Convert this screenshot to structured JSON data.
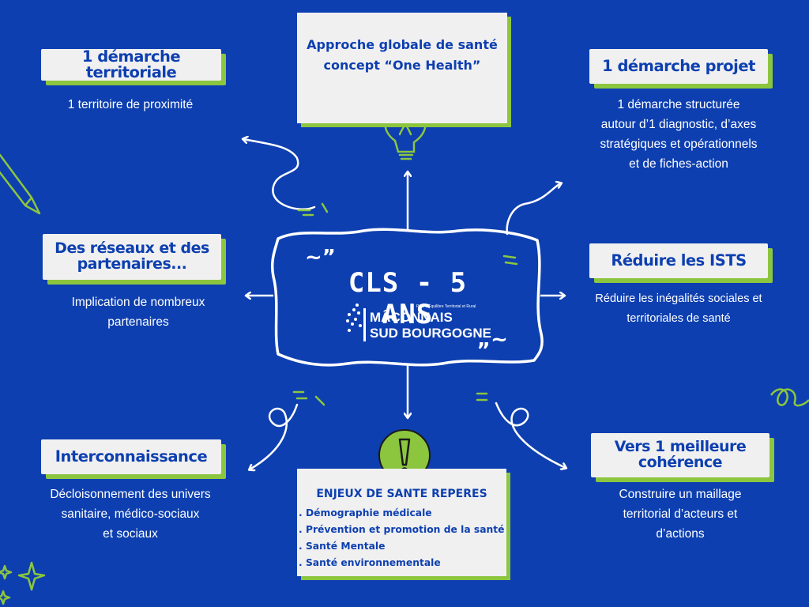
{
  "center": {
    "title": "CLS - 5 ANS",
    "logo_line1": "MÂCONNAIS",
    "logo_line2": "SUD BOURGOGNE",
    "logo_small": "Pôle d'Équilibre Territorial et Rural"
  },
  "top_box": {
    "line1": "Approche globale de santé",
    "line2": "concept “One Health”"
  },
  "nodes": {
    "territoriale": {
      "title": "1 démarche territoriale",
      "desc": "1 territoire de proximité"
    },
    "projet": {
      "title": "1 démarche projet",
      "desc": [
        "1 démarche structurée",
        "autour d’1 diagnostic, d’axes",
        "stratégiques et opérationnels",
        "et de fiches-action"
      ]
    },
    "reseaux": {
      "title1": "Des réseaux et des",
      "title2": "partenaires...",
      "desc": [
        "Implication de nombreux",
        "partenaires"
      ]
    },
    "ists": {
      "title": "Réduire les ISTS",
      "desc": [
        "Réduire les inégalités sociales et",
        "territoriales de santé"
      ]
    },
    "interconnaissance": {
      "title": "Interconnaissance",
      "desc": [
        "Décloisonnement des univers",
        "sanitaire, médico-sociaux",
        "et sociaux"
      ]
    },
    "coherence": {
      "title1": "Vers 1 meilleure",
      "title2": "cohérence",
      "desc": [
        "Construire un maillage",
        "territorial d’acteurs et",
        "d’actions"
      ]
    }
  },
  "enjeux": {
    "heading": "ENJEUX DE SANTE REPERES",
    "items": [
      ". Démographie médicale",
      ". Prévention et promotion de la santé",
      ". Santé Mentale",
      ". Santé environnementale"
    ]
  },
  "icons": [
    "lightbulb-icon",
    "exclamation-icon",
    "pencil-icon",
    "sparkle-icon",
    "swirl-icon",
    "arrow-icon"
  ],
  "colors": {
    "background": "#0d3fb0",
    "accent": "#8cc63f",
    "box": "#f0f0f0",
    "text_dark": "#0d3fb0"
  }
}
